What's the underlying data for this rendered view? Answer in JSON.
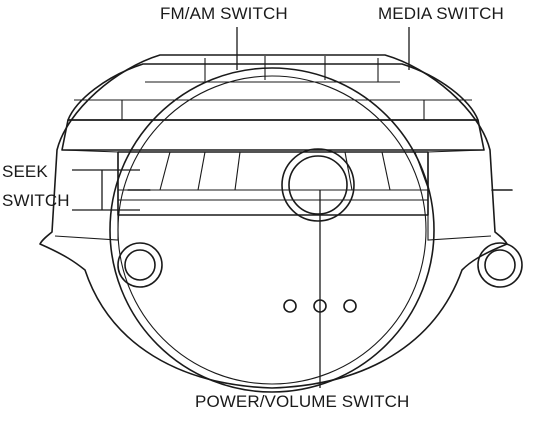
{
  "labels": {
    "fm_am_switch": "FM/AM SWITCH",
    "media_switch": "MEDIA SWITCH",
    "seek_switch_line1": "SEEK",
    "seek_switch_line2": "SWITCH",
    "power_volume_switch": "POWER/VOLUME SWITCH"
  },
  "colors": {
    "line": "#1a1a1a",
    "background": "#ffffff"
  }
}
